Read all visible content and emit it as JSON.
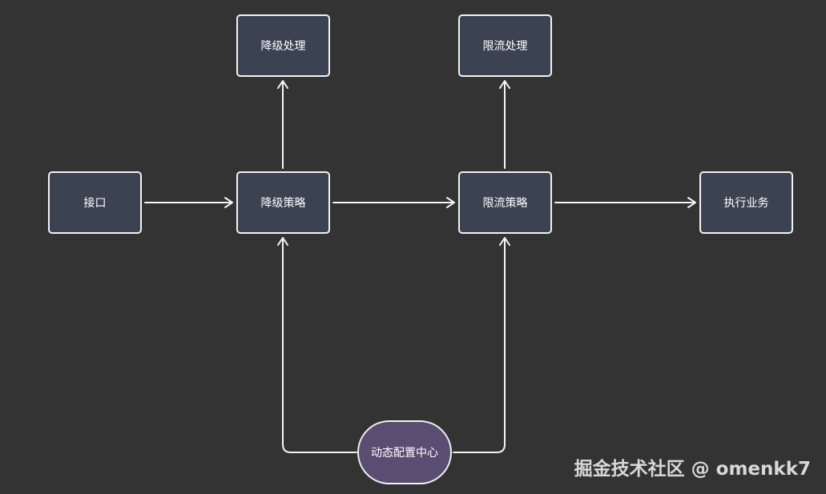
{
  "nodes": {
    "interface": "接口",
    "degrade_strategy": "降级策略",
    "degrade_handling": "降级处理",
    "limit_strategy": "限流策略",
    "limit_handling": "限流处理",
    "execute_business": "执行业务",
    "config_center": "动态配置中心"
  },
  "watermark": "掘金技术社区 @ omenkk7",
  "colors": {
    "background": "#333333",
    "node_fill": "#3b4353",
    "center_fill": "#5b4d72",
    "stroke": "#f2f2f2"
  }
}
